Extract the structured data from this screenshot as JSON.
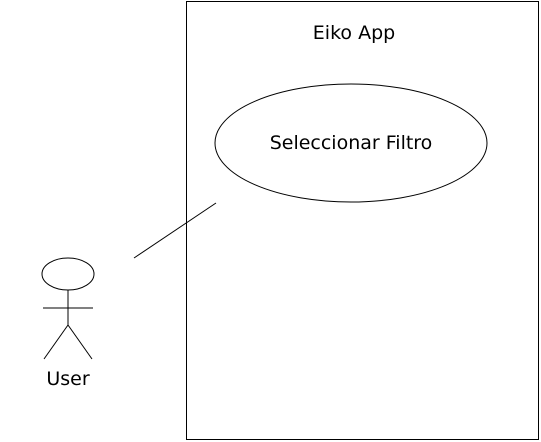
{
  "system": {
    "title": "Eiko App"
  },
  "use_cases": [
    {
      "label": "Seleccionar Filtro"
    }
  ],
  "actors": [
    {
      "label": "User"
    }
  ],
  "colors": {
    "stroke": "#000000",
    "background": "#ffffff"
  }
}
